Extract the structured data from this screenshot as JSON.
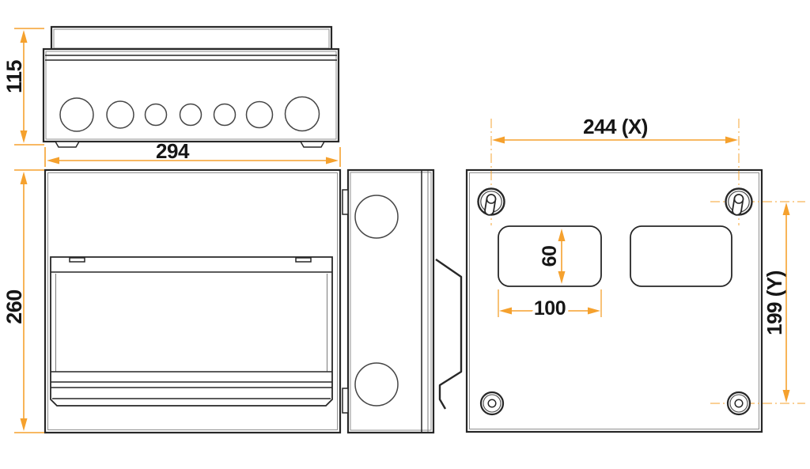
{
  "colors": {
    "dimension_accent": "#F5A12E",
    "line": "#272727"
  },
  "dimensions": {
    "top_height": "115",
    "overall_width": "294",
    "front_height": "260",
    "fixing_centres_x": "244 (X)",
    "fixing_centres_y": "199 (Y)",
    "rear_cutout_height": "60",
    "rear_cutout_width": "100"
  }
}
